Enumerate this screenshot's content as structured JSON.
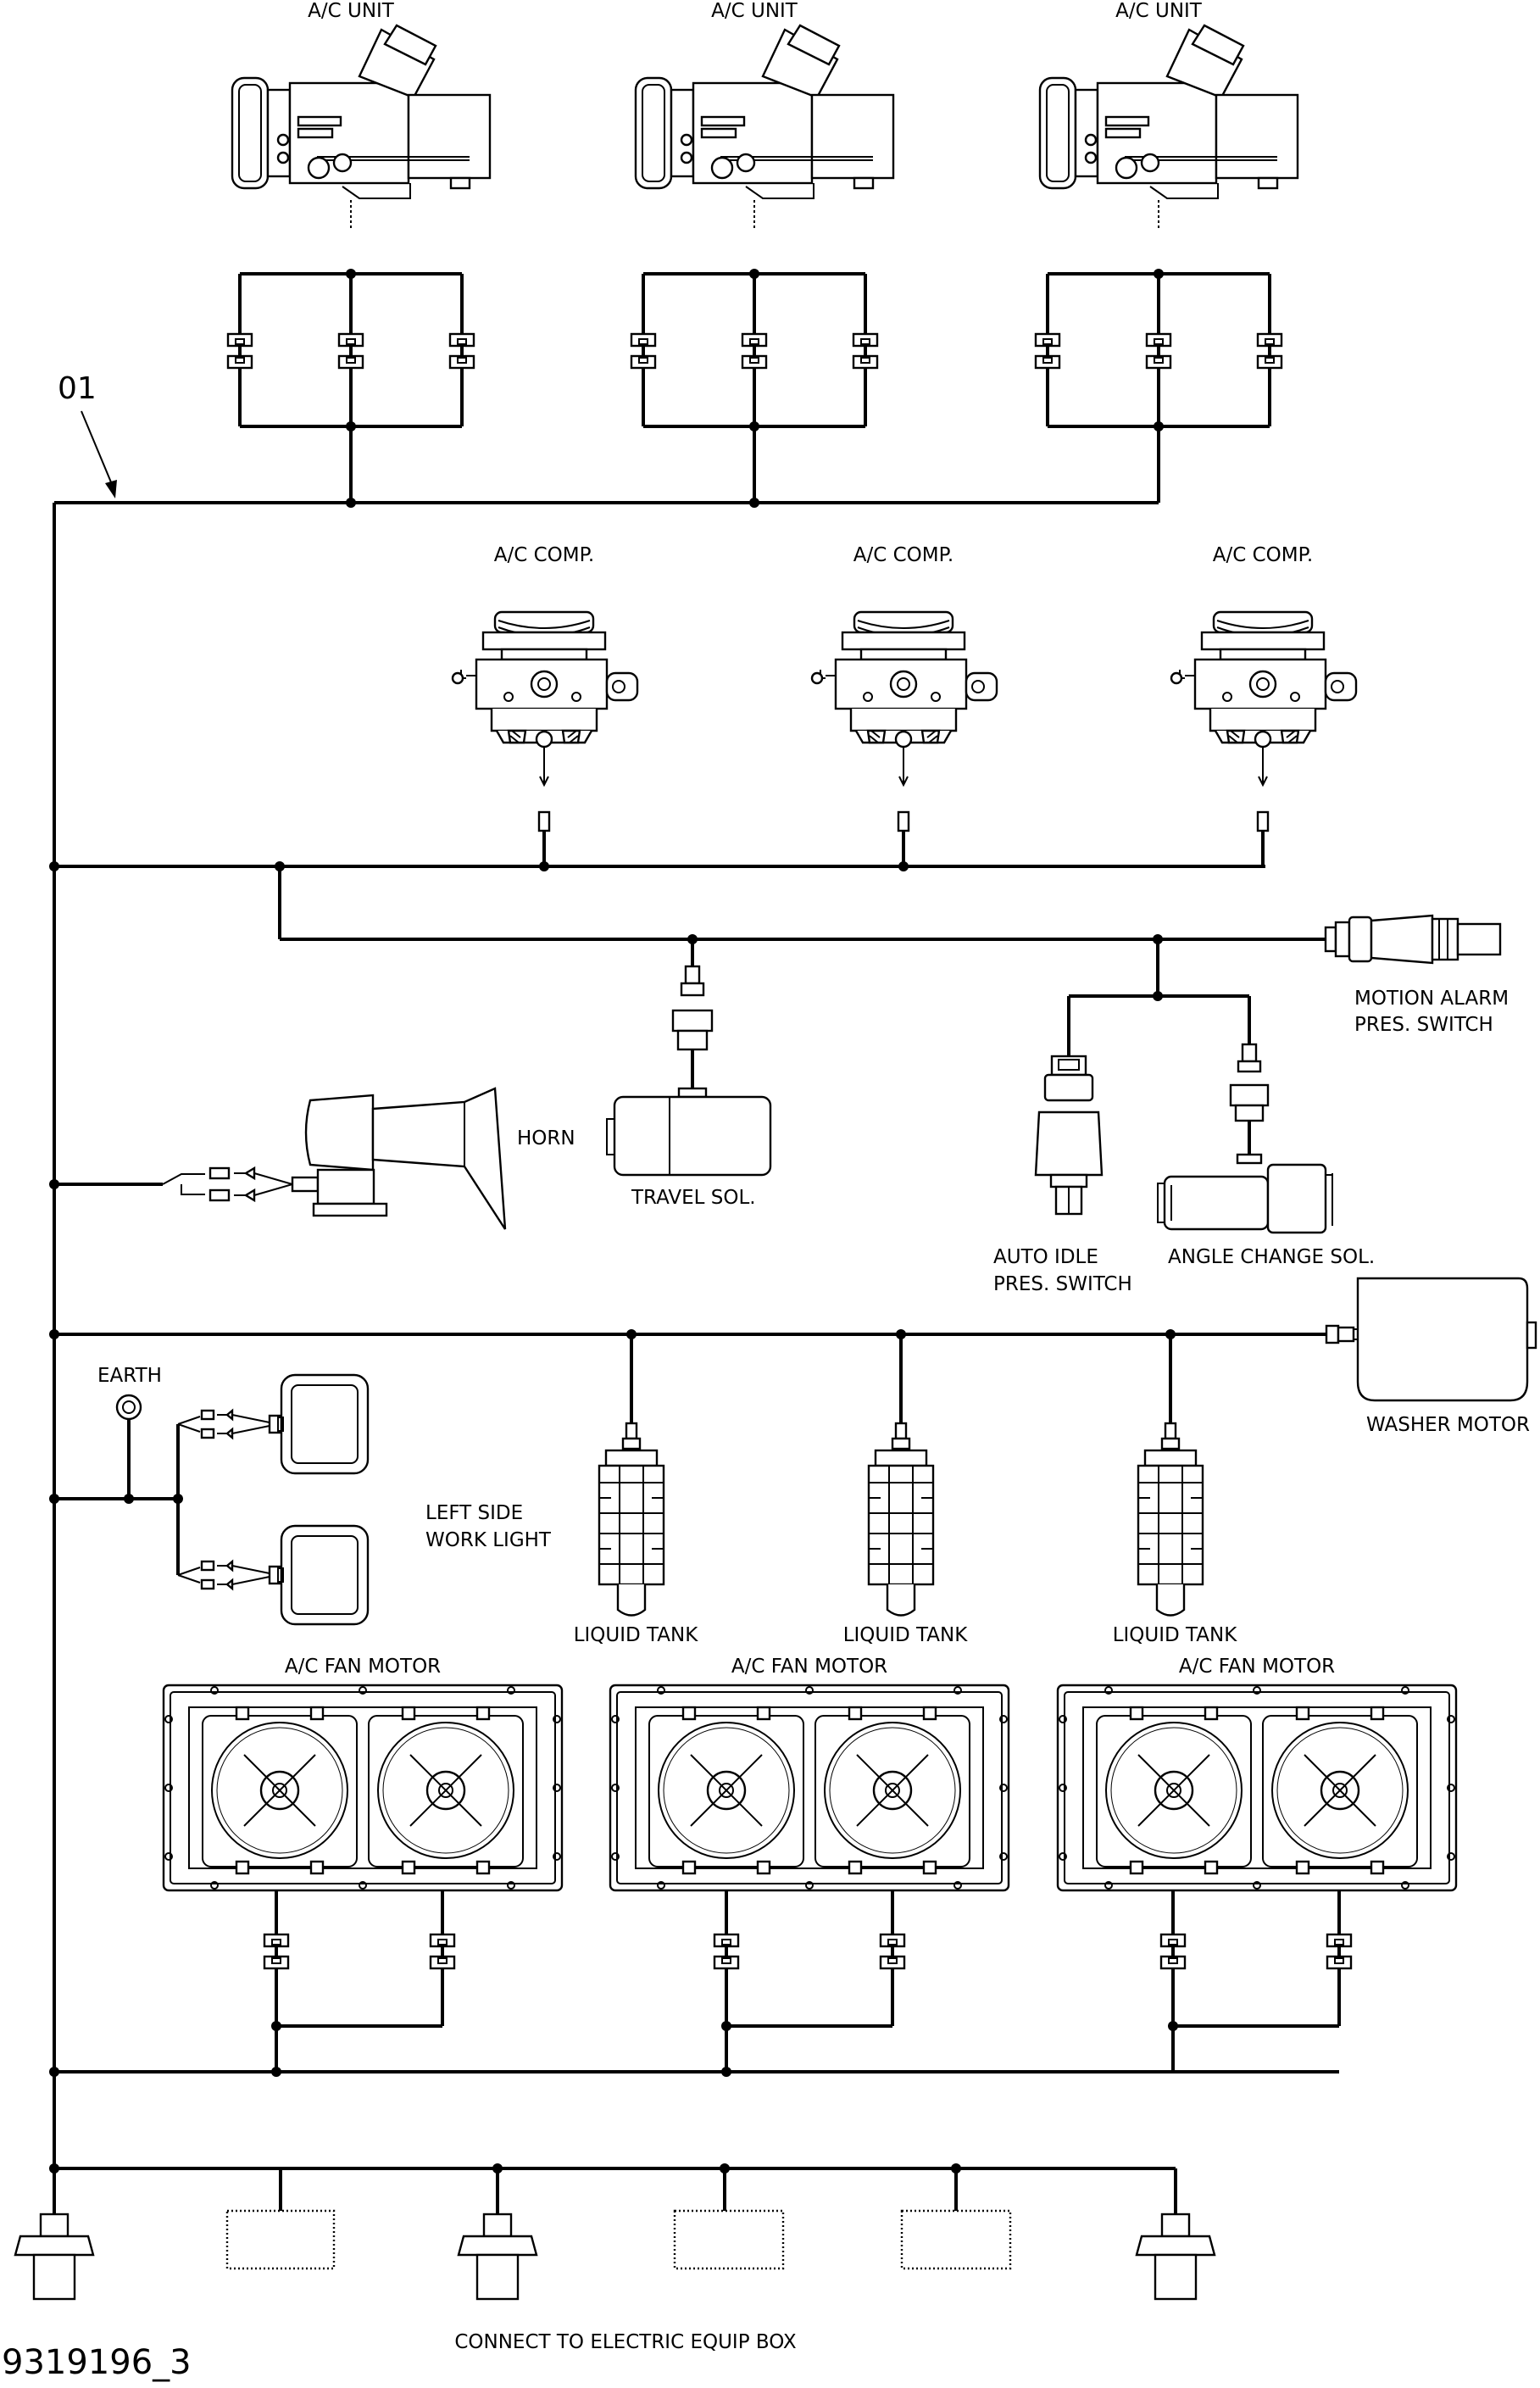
{
  "labels": {
    "ac_unit": "A/C UNIT",
    "ac_comp": "A/C COMP.",
    "ref_01": "01",
    "motion_alarm_1": "MOTION ALARM",
    "motion_alarm_2": "PRES. SWITCH",
    "horn": "HORN",
    "travel_sol": "TRAVEL SOL.",
    "auto_idle_1": "AUTO IDLE",
    "auto_idle_2": "PRES. SWITCH",
    "angle_change_sol": "ANGLE CHANGE SOL.",
    "washer_motor": "WASHER MOTOR",
    "earth": "EARTH",
    "left_work_light_1": "LEFT SIDE",
    "left_work_light_2": "WORK LIGHT",
    "liquid_tank": "LIQUID TANK",
    "ac_fan_motor": "A/C FAN MOTOR",
    "connect_box": "CONNECT TO ELECTRIC EQUIP BOX",
    "drawing_no": "9319196_3"
  }
}
